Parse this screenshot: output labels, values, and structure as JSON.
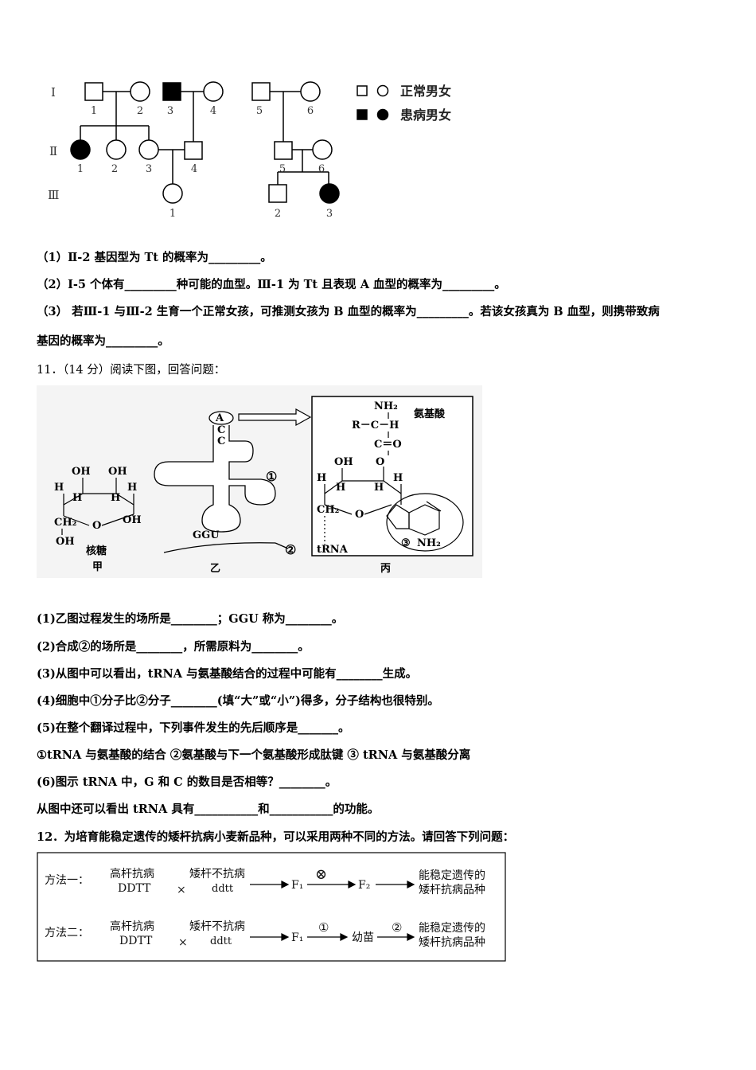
{
  "pedigree": {
    "gen_I": "Ⅰ",
    "gen_II": "Ⅱ",
    "gen_III": "Ⅲ",
    "ids_I": [
      "1",
      "2",
      "3",
      "4",
      "5",
      "6"
    ],
    "ids_II": [
      "1",
      "2",
      "3",
      "4",
      "5",
      "6"
    ],
    "ids_III": [
      "1",
      "2",
      "3"
    ],
    "legend_normal": "正常男女",
    "legend_affected": "患病男女"
  },
  "q10": {
    "p1": "（1）Ⅱ-2 基因型为 Tt 的概率为_________。",
    "p2": "（2）Ⅰ-5 个体有_________种可能的血型。Ⅲ-1 为 Tt 且表现 A 血型的概率为_________。",
    "p3": "（3） 若Ⅲ-1 与Ⅲ-2 生育一个正常女孩，可推测女孩为 B 血型的概率为_________。若该女孩真为 B 血型，则携带致病",
    "p3b": "基因的概率为_________。"
  },
  "q11": {
    "header": "11．（14 分）阅读下图，回答问题：",
    "fig": {
      "jia_label": "甲",
      "ribose": "核糖",
      "yi_label": "乙",
      "bing_label": "丙",
      "amino_acid": "氨基酸",
      "trna": "tRNA",
      "circle1": "①",
      "circle2": "②",
      "circle3": "③",
      "anticodon": "GGU",
      "acc": [
        "A",
        "C",
        "C"
      ],
      "oh": "OH",
      "h": "H",
      "o": "O",
      "ch2": "CH₂",
      "nh2": "NH₂",
      "r_ch": "R－C－H",
      "c_o": "C＝O"
    },
    "items": [
      "(1)乙图过程发生的场所是________；GGU 称为________。",
      "(2)合成②的场所是________，所需原料为________。",
      "(3)从图中可以看出，tRNA 与氨基酸结合的过程中可能有________生成。",
      "(4)细胞中①分子比②分子________(填“大”或“小”)得多，分子结构也很特别。",
      "(5)在整个翻译过程中，下列事件发生的先后顺序是_______。",
      "①tRNA 与氨基酸的结合    ②氨基酸与下一个氨基酸形成肽键    ③ tRNA 与氨基酸分离",
      "(6)图示 tRNA 中，G 和 C 的数目是否相等？________。",
      "从图中还可以看出 tRNA 具有___________和___________的功能。"
    ]
  },
  "q12": {
    "header": "12．为培育能稳定遗传的矮杆抗病小麦新品种，可以采用两种不同的方法。请回答下列问题：",
    "method1": "方法一：",
    "method2": "方法二：",
    "tall_resist": "高杆抗病",
    "ddtt_big": "DDTT",
    "cross": "×",
    "short_nonresist": "矮杆不抗病",
    "ddtt_small": "ddtt",
    "f1": "F₁",
    "f2": "F₂",
    "selfing": "⊗",
    "step1": "①",
    "step2": "②",
    "seedling": "幼苗",
    "result_line1": "能稳定遗传的",
    "result_line2": "矮杆抗病品种"
  }
}
